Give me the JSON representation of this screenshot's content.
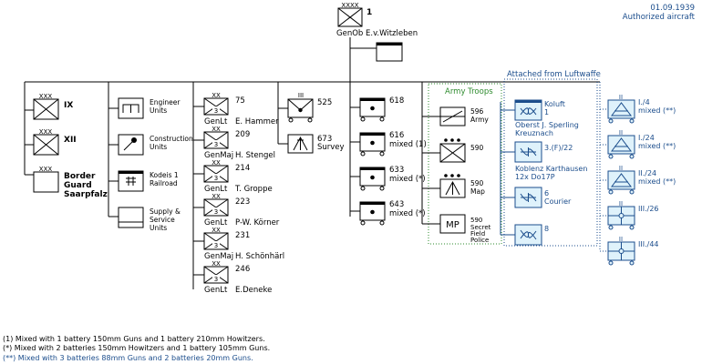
{
  "header": {
    "date": "01.09.1939",
    "note": "Authorized aircraft"
  },
  "hq": {
    "echelon": "XXXX",
    "number": "1",
    "commander": "GenOb  E.v.Witzleben"
  },
  "corps": [
    {
      "echelon": "XXX",
      "name": "IX"
    },
    {
      "echelon": "XXX",
      "name": "XII"
    },
    {
      "echelon": "XXX",
      "name": "Border Guard Saarpfalz"
    }
  ],
  "support_units": [
    {
      "name": "Engineer Units",
      "icon": "engineer-icon"
    },
    {
      "name": "Construction Units",
      "icon": "construction-icon"
    },
    {
      "name": "Kodeis 1 Railroad",
      "icon": "railroad-icon"
    },
    {
      "name": "Supply & Service Units",
      "icon": "supply-icon"
    }
  ],
  "divisions": [
    {
      "echelon": "XX",
      "number": "75",
      "type": "3",
      "rank": "GenLt",
      "commander": "E. Hammer"
    },
    {
      "echelon": "XX",
      "number": "209",
      "type": "3",
      "rank": "GenMaj",
      "commander": "H. Stengel"
    },
    {
      "echelon": "XX",
      "number": "214",
      "type": "3",
      "rank": "GenLt",
      "commander": "T. Groppe"
    },
    {
      "echelon": "XX",
      "number": "223",
      "type": "3",
      "rank": "GenLt",
      "commander": "P-W. Körner"
    },
    {
      "echelon": "XX",
      "number": "231",
      "type": "3",
      "rank": "GenMaj",
      "commander": "H. Schönhärl"
    },
    {
      "echelon": "XX",
      "number": "246",
      "type": "3",
      "rank": "GenLt",
      "commander": "E.Deneke"
    }
  ],
  "artillery_regts": [
    {
      "echelon": "III",
      "number": "525",
      "sub": ""
    },
    {
      "echelon": "",
      "number": "673",
      "sub": "Survey"
    }
  ],
  "artillery_bns": [
    {
      "echelon": "",
      "number": "618",
      "sub": ""
    },
    {
      "echelon": "",
      "number": "616",
      "sub": "mixed (1)"
    },
    {
      "echelon": "",
      "number": "633",
      "sub": "mixed (*)"
    },
    {
      "echelon": "",
      "number": "643",
      "sub": "mixed (*)"
    }
  ],
  "army_troops": {
    "title": "Army Troops",
    "units": [
      {
        "number": "596",
        "sub": "Army"
      },
      {
        "number": "590",
        "sub": ""
      },
      {
        "number": "590",
        "sub": "Map"
      },
      {
        "number": "590",
        "sub": "Secret Field Police",
        "symbol_text": "MP"
      }
    ]
  },
  "luftwaffe": {
    "title": "Attached from Luftwaffe",
    "aviation": [
      {
        "number": "Koluft",
        "sub": "1"
      },
      {
        "number": "3.(F)/22",
        "sub": ""
      },
      {
        "number": "6",
        "sub": "Courier"
      },
      {
        "number": "8",
        "sub": ""
      }
    ],
    "commander_line1": "Oberst  J. Sperling",
    "commander_line2": "Kreuznach",
    "base_line1": "Koblenz  Karthausen",
    "base_line2": "12x  Do17P",
    "flak": [
      {
        "number": "I./4",
        "sub": "mixed (**)"
      },
      {
        "number": "I./24",
        "sub": "mixed (**)"
      },
      {
        "number": "II./24",
        "sub": "mixed (**)"
      },
      {
        "number": "III./26",
        "sub": ""
      },
      {
        "number": "III./44",
        "sub": ""
      }
    ]
  },
  "footnotes": [
    "(1) Mixed with 1 battery 150mm Guns and 1 battery 210mm Howitzers.",
    "(*) Mixed with 2 batteries 150mm Howitzers and 1 battery 105mm Guns.",
    "(**) Mixed with 3 batteries 88mm Guns and 2 batteries 20mm Guns."
  ],
  "colors": {
    "luftwaffe": "#1b4d8c",
    "luftwaffe_fill": "#dff2fb",
    "army_troops": "#2e8b2e"
  }
}
